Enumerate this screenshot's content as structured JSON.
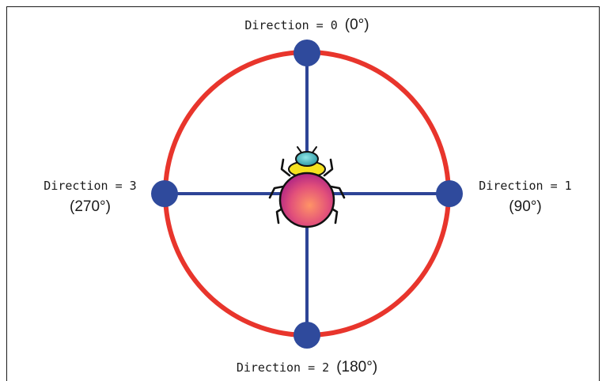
{
  "diagram": {
    "directions": [
      {
        "id": "north",
        "text": "Direction = 0",
        "angle": "(0°)"
      },
      {
        "id": "east",
        "text": "Direction = 1",
        "angle": "(90°)"
      },
      {
        "id": "south",
        "text": "Direction = 2",
        "angle": "(180°)"
      },
      {
        "id": "west",
        "text": "Direction = 3",
        "angle": "(270°)"
      }
    ],
    "colors": {
      "circle": "#e8352c",
      "axis": "#2d4496",
      "dot": "#2f4a9c",
      "beetle_body_inner": "#ff8a6a",
      "beetle_body_outer": "#b4207a",
      "beetle_thorax": "#f5e21f",
      "beetle_head": "#2aa6b4"
    },
    "icons": [
      "beetle-icon"
    ]
  }
}
